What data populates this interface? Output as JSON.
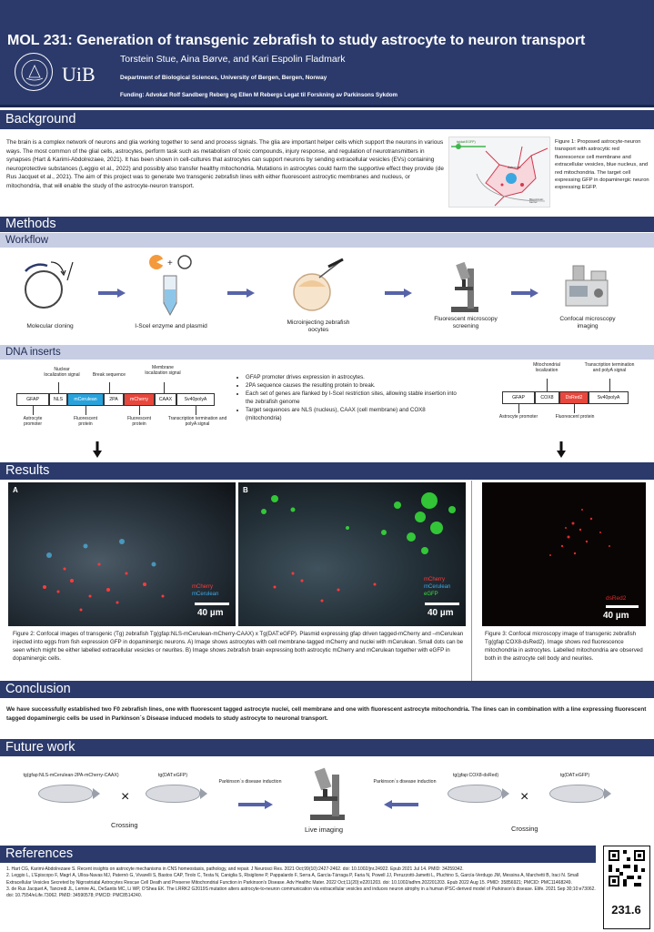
{
  "header": {
    "title": "MOL 231: Generation of transgenic zebrafish to study astrocyte to neuron transport",
    "authors": "Torstein Stue, Aina Børve, and Kari Espolin Fladmark",
    "department": "Department of Biological Sciences, University of Bergen, Bergen, Norway",
    "funding": "Funding: Advokat Rolf Sandberg Reberg og Ellen M Rebergs Legat til Forskning av Parkinsons Sykdom",
    "logo_text": "UiB"
  },
  "background": {
    "heading": "Background",
    "text": "The brain is a complex network of neurons and glia working together to send and process signals. The glia are important helper cells which support the neurons in various ways. The most common of the glial cells, astrocytes, perform task such as metabolism of toxic compounds, injury response, and regulation of neurotransmitters in synapses (Hart & Karimi-Abdolrezaee, 2021). It has been shown in cell-cultures that astrocytes can support neurons by sending extracellular vesicles (EVs) containing neuroprotective substances (Leggio et al., 2022) and possibly also transfer healthy mitochondria. Mutations in astrocytes could harm the supportive effect they provide (de Rus Jacquet et al., 2021). The aim of this project was to generate two transgenic zebrafish lines with either fluorescent astrocytic membranes and nucleus, or mitochondria, that will enable the study of the astrocyte-neuron transport.",
    "figure_caption": "Figure 1: Proposed astrocyte-neuron transport with astrocytic red fluorescence cell membrane and extracellular vesicles, blue nucleus, and red mitochondria. The target cell expressing GFP in dopaminergic neuron expressing EGFP.",
    "figure_labels": [
      "Astrocyte",
      "Blood-brain barrier",
      "tg(dat:EGFP)"
    ]
  },
  "methods": {
    "heading": "Methods",
    "workflow_heading": "Workflow",
    "steps": [
      "Molecular cloning",
      "I-SceI enzyme and plasmid",
      "Microinjecting zebrafish oocytes",
      "Fluorescent microscopy screening",
      "Confocal microscopy imaging"
    ],
    "dna_heading": "DNA inserts",
    "insert1": {
      "genes": [
        "GFAP",
        "NLS",
        "mCerulean",
        "2PA",
        "mCherry",
        "CAAX",
        "Sv40polyA"
      ],
      "top_labels": [
        "Nuclear localization signal",
        "Break sequence",
        "Membrane localization signal"
      ],
      "bottom_labels": [
        "Astrocyte promoter",
        "Fluorescent protein",
        "Fluorescent protein",
        "Transcription termination and polyA signal"
      ]
    },
    "insert2": {
      "genes": [
        "GFAP",
        "COX8",
        "DsRed2",
        "Sv40polyA"
      ],
      "top_labels": [
        "Mitochondrial localization",
        "Transcription termination and polyA signal"
      ],
      "bottom_labels": [
        "Astrocyte promoter",
        "Fluorescent protein"
      ]
    },
    "bullets": [
      "GFAP promoter drives expression in astrocytes.",
      "2PA sequence causes the resulting protein to break.",
      "Each set of genes are flanked by I-SceI restriction sites, allowing stable insertion into the zebrafish genome",
      "Target sequences are NLS (nucleus), CAAX (cell membrane) and COX8 (mitochondria)"
    ]
  },
  "results": {
    "heading": "Results",
    "panel_a": {
      "letter": "A",
      "legend": [
        "mCherry",
        "mCerulean"
      ],
      "scale": "40 µm"
    },
    "panel_b": {
      "letter": "B",
      "legend": [
        "mCherry",
        "mCerulean",
        "eGFP"
      ],
      "scale": "40 µm"
    },
    "panel_c": {
      "legend": "dsRed2",
      "scale": "40 µm"
    },
    "figure2_caption": "Figure 2: Confocal images of transgenic (Tg) zebrafish Tg(gfap:NLS-mCerulean-mCherry-CAAX) x Tg(DAT:eGFP). Plasmid expressing gfap driven tagged-mCherry and –mCerulean injected into eggs from fish expression GFP in dopaminergic neurons. A) Image shows astrocytes with cell membrane-tagged mCherry and nuclei with mCerulean. Small dots can be seen which might be either labelled extracellular vesicles or neurites. B) Image shows zebrafish brain expressing both astrocytic mCherry and mCerulean together with eGFP in dopaminergic cells.",
    "figure3_caption": "Figure 3: Confocal microscopy image of transgenic zebrafish Tg(gfap:COX8-dsRed2). Image shows red fluorescence mitochondria in astrocytes. Labelled mitochondria are observed both in the astrocyte cell body and neurites."
  },
  "conclusion": {
    "heading": "Conclusion",
    "text": "We have successfully established two F0 zebrafish lines, one with fluorescent tagged astrocyte nuclei, cell membrane and one with fluorescent astrocyte mitochondria. The lines can in combination with a line expressing fluorescent tagged dopaminergic cells be used in Parkinson´s Disease induced models to study astrocyte to neuronal transport."
  },
  "future": {
    "heading": "Future work",
    "fish_labels": [
      "tg(gfap:NLS-mCerulean-2PA-mCherry-CAAX)",
      "tg(DAT:eGFP)",
      "tg(gfap:COX8-dsRed)",
      "tg(DAT:eGFP)"
    ],
    "crossing": "Crossing",
    "induction": "Parkinson´s disease induction",
    "live_imaging": "Live imaging",
    "times": "×"
  },
  "references": {
    "heading": "References",
    "items": [
      "1. Hart CG, Karimi-Abdolrezaee S. Recent insights on astrocyte mechanisms in CNS homeostasis, pathology, and repair. J Neurosci Res. 2021 Oct;99(10):2427-2462. doi: 10.1002/jnr.24922. Epub 2021 Jul 14. PMID: 34259342.",
      "2. Leggio L, L'Episcopo F, Magrì A, Ulloa-Navas MJ, Paternò G, Vivarelli S, Bastos CAP, Tirolo C, Testa N, Caniglia S, Risiglione P, Pappalardo F, Serra A, García-Tárraga P, Faria N, Powell JJ, Peruzzotti-Jametti L, Pluchino S, García-Verdugo JM, Messina A, Marchetti B, Iraci N. Small Extracellular Vesicles Secreted by Nigrostriatal Astrocytes Rescue Cell Death and Preserve Mitochondrial Function in Parkinson's Disease. Adv Healthc Mater. 2022 Oct;11(20):e2201203. doi: 10.1002/adhm.202201203. Epub 2022 Aug 15. PMID: 35856921; PMCID: PMC11468249.",
      "3. de Rus Jacquet A, Tancredi JL, Lemire AL, DeSantis MC, Li WP, O'Shea EK. The LRRK2 G2019S mutation alters astrocyte-to-neuron communication via extracellular vesicles and induces neuron atrophy in a human iPSC-derived model of Parkinson's disease. Elife. 2021 Sep 30;10:e73062. doi: 10.7554/eLife.73062. PMID: 34590578; PMCID: PMC8514240."
    ],
    "poster_number": "231.6"
  }
}
